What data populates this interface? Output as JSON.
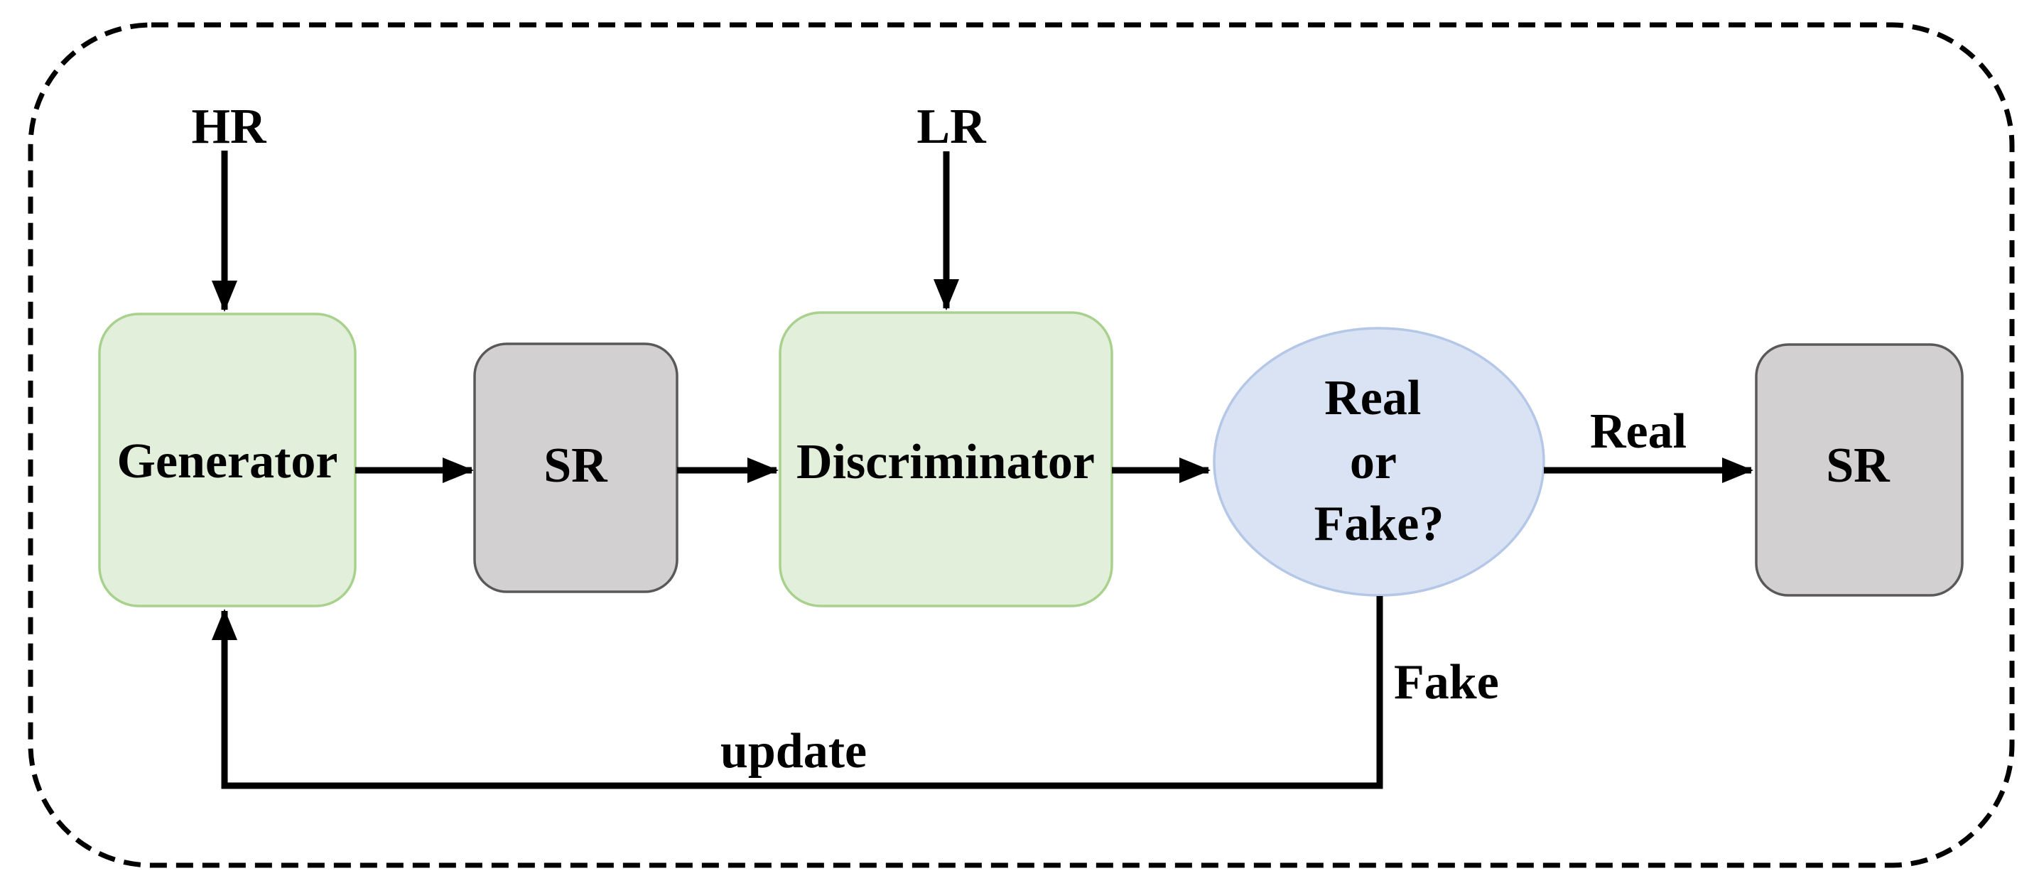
{
  "nodes": {
    "generator": {
      "label": "Generator"
    },
    "sr_output": {
      "label": "SR"
    },
    "discriminator": {
      "label": "Discriminator"
    },
    "decision": {
      "lines": [
        "Real",
        "or",
        "Fake?"
      ]
    },
    "sr_final": {
      "label": "SR"
    }
  },
  "io_labels": {
    "hr": "HR",
    "lr": "LR"
  },
  "edge_labels": {
    "real": "Real",
    "fake": "Fake",
    "update": "update"
  },
  "colors": {
    "green_fill": "#e2efda",
    "green_stroke": "#a9d18e",
    "gray_fill": "#d2d0d0",
    "gray_stroke": "#595959",
    "blue_fill": "#dae3f3",
    "blue_stroke": "#b4c7e7",
    "arrow": "#000000",
    "border": "#000000",
    "background": "#ffffff"
  }
}
